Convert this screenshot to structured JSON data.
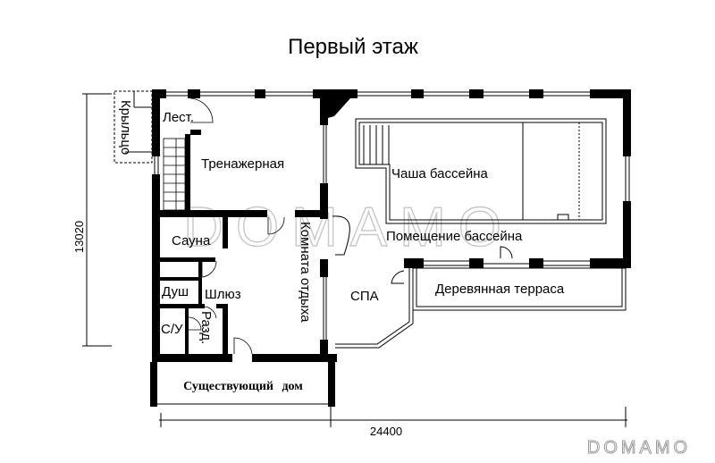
{
  "title": "Первый этаж",
  "rooms": {
    "porch": "Крыльцо",
    "stairs": "Лест.",
    "gym": "Тренажерная",
    "sauna": "Сауна",
    "shower": "Душ",
    "airlock": "Шлюз",
    "wc": "С/У",
    "changing": "Разд.",
    "lounge": "Комната отдыха",
    "spa": "СПА",
    "pool_bowl": "Чаша бассейна",
    "pool_room": "Помещение бассейна",
    "terrace": "Деревянная терраса",
    "existing_house": "Существующий дом"
  },
  "dimensions": {
    "height": "13020",
    "width": "24400"
  },
  "watermark": "DOMAMO",
  "colors": {
    "walls": "#000000",
    "watermark": "#c8c8c8"
  }
}
